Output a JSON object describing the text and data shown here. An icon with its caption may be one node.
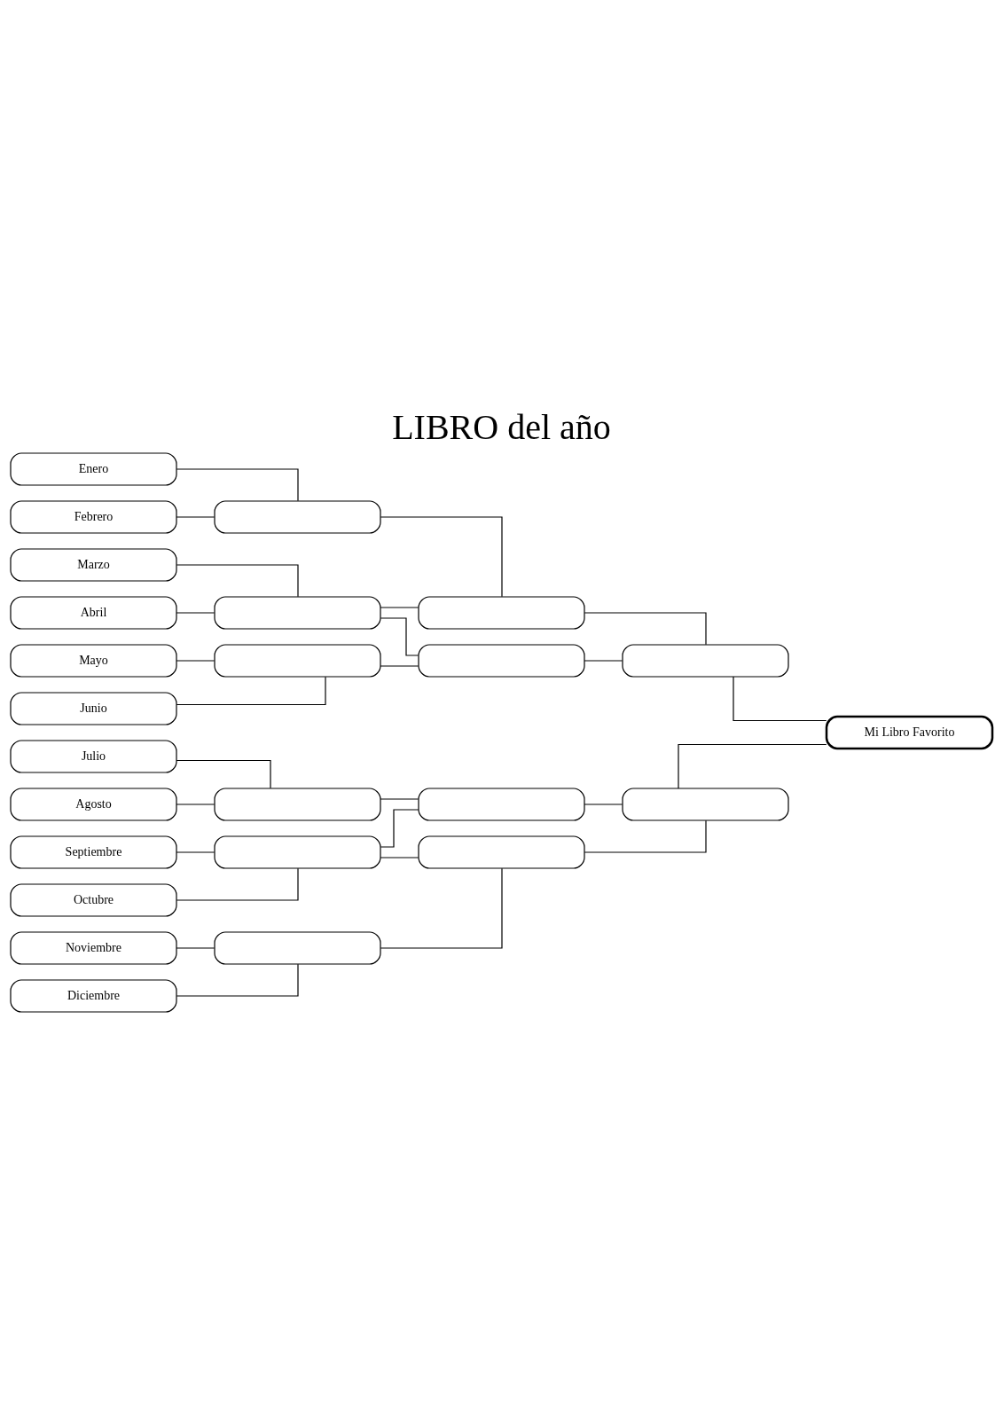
{
  "diagram": {
    "title": "LIBRO del año",
    "nodes": [
      {
        "text": [
          "Enero"
        ]
      },
      {
        "text": [
          "Febrero"
        ]
      },
      {
        "text": [
          "Marzo"
        ]
      },
      {
        "text": [
          "Abril"
        ]
      },
      {
        "text": [
          "Mayo"
        ]
      },
      {
        "text": [
          "Junio"
        ]
      },
      {
        "text": [
          "Julio"
        ]
      },
      {
        "text": [
          "Agosto"
        ]
      },
      {
        "text": [
          "Septiembre"
        ]
      },
      {
        "text": [
          "Octubre"
        ]
      },
      {
        "text": [
          "Noviembre"
        ]
      },
      {
        "text": [
          "Diciembre"
        ]
      },
      {
        "text": [],
        "shape": "box"
      },
      {
        "text": [],
        "shape": "box"
      },
      {
        "text": [],
        "shape": "box"
      },
      {
        "text": [],
        "shape": "box"
      },
      {
        "text": [],
        "shape": "box"
      },
      {
        "text": [],
        "shape": "box"
      },
      {
        "text": [],
        "shape": "box"
      },
      {
        "text": [],
        "shape": "box"
      },
      {
        "text": [],
        "shape": "box"
      },
      {
        "text": [],
        "shape": "box"
      },
      {
        "text": [],
        "shape": "box"
      },
      {
        "text": [],
        "shape": "box"
      },
      {
        "text": [
          "Mi Libro Favorito"
        ]
      }
    ],
    "edges": [
      {
        "from": 0,
        "to": 12,
        "arrow": "none"
      },
      {
        "from": 1,
        "to": 12,
        "arrow": "none"
      },
      {
        "from": 2,
        "to": 13,
        "arrow": "none"
      },
      {
        "from": 3,
        "to": 13,
        "arrow": "none"
      },
      {
        "from": 4,
        "to": 14,
        "arrow": "none"
      },
      {
        "from": 5,
        "to": 14,
        "arrow": "none"
      },
      {
        "from": 6,
        "to": 15,
        "arrow": "none"
      },
      {
        "from": 7,
        "to": 15,
        "arrow": "none"
      },
      {
        "from": 8,
        "to": 16,
        "arrow": "none"
      },
      {
        "from": 9,
        "to": 16,
        "arrow": "none"
      },
      {
        "from": 10,
        "to": 17,
        "arrow": "none"
      },
      {
        "from": 11,
        "to": 17,
        "arrow": "none"
      },
      {
        "from": 12,
        "to": 18,
        "arrow": "none"
      },
      {
        "from": 13,
        "to": 18,
        "arrow": "none"
      },
      {
        "from": 13,
        "to": 19,
        "arrow": "none"
      },
      {
        "from": 14,
        "to": 19,
        "arrow": "none"
      },
      {
        "from": 15,
        "to": 20,
        "arrow": "none"
      },
      {
        "from": 16,
        "to": 20,
        "arrow": "none"
      },
      {
        "from": 16,
        "to": 21,
        "arrow": "none"
      },
      {
        "from": 17,
        "to": 21,
        "arrow": "none"
      },
      {
        "from": 18,
        "to": 22,
        "arrow": "none"
      },
      {
        "from": 19,
        "to": 22,
        "arrow": "none"
      },
      {
        "from": 20,
        "to": 23,
        "arrow": "none"
      },
      {
        "from": 21,
        "to": 23,
        "arrow": "none"
      },
      {
        "from": 22,
        "to": 24,
        "arrow": "none"
      },
      {
        "from": 23,
        "to": 24,
        "arrow": "none"
      }
    ]
  }
}
